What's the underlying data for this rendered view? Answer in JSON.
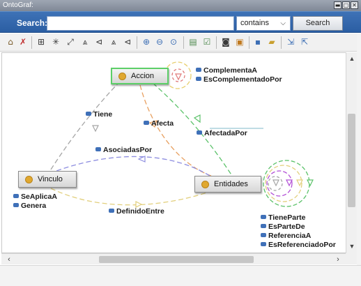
{
  "window": {
    "title": "OntoGraf:"
  },
  "search": {
    "label": "Search:",
    "value": "",
    "placeholder": "",
    "match_mode": "contains",
    "button_label": "Search"
  },
  "toolbar": {
    "icons": [
      "home-icon",
      "remove-node-icon",
      "grid-layout-icon",
      "radial-layout-icon",
      "spring-layout-icon",
      "tree-down-icon",
      "tree-left-icon",
      "vertical-tree-icon",
      "horizontal-tree-icon",
      "zoom-in-icon",
      "zoom-out-icon",
      "zoom-fit-icon",
      "filter-icon",
      "config-icon",
      "snapshot-icon",
      "export-image-icon",
      "save-icon",
      "open-icon",
      "import-icon",
      "export-icon"
    ]
  },
  "graph": {
    "nodes": {
      "accion": "Accion",
      "vinculo": "Vinculo",
      "entidades": "Entidades"
    },
    "edge_labels": {
      "complementa_a": "ComplementaA",
      "es_complementado_por": "EsComplementadoPor",
      "tiene": "Tiene",
      "afecta": "Afecta",
      "afectada_por": "AfectadaPor",
      "asociadas_por": "AsociadasPor",
      "se_aplica_a": "SeAplicaA",
      "genera": "Genera",
      "definido_entre": "DefinidoEntre",
      "tiene_parte": "TieneParte",
      "es_parte_de": "EsParteDe",
      "referencia_a": "ReferenciaA",
      "es_referenciado_por": "EsReferenciadoPor"
    },
    "edge_colors": {
      "green": "#5cc26a",
      "orange": "#e8a060",
      "gray": "#a5a5a5",
      "blue": "#8e8ee0",
      "yellow": "#e2cf7c",
      "purple": "#b24fd6",
      "red": "#e07a7a"
    },
    "node_dot_color": "#e0a830",
    "label_marker_color": "#3f70b8"
  },
  "colors": {
    "search_bar": "#2f63aa",
    "selection_border": "#5ccf68"
  }
}
